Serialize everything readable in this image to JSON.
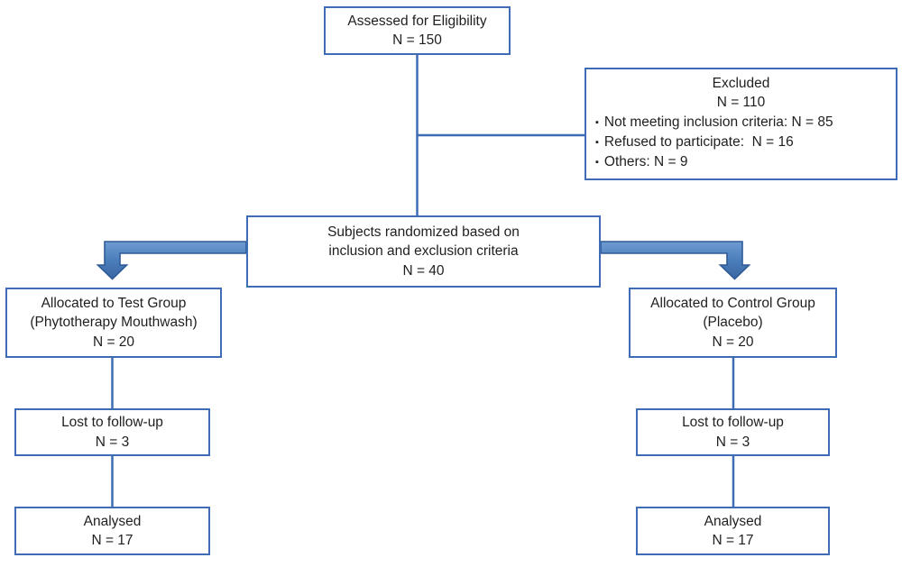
{
  "diagram_type": "consort-flowchart",
  "colors": {
    "box_border": "#3e6db5",
    "connector": "#3e6db5",
    "arrow_fill": "#4a7ebb",
    "arrow_fill_light": "#6f9bd1",
    "arrow_stroke": "#2e5b97",
    "text": "#1f1f1f",
    "background": "#ffffff"
  },
  "glyphs": {
    "bullet": "▪"
  },
  "boxes": {
    "assessed": {
      "lines": [
        "Assessed for Eligibility",
        "N = 150"
      ]
    },
    "excluded": {
      "lines": [
        "Excluded",
        "N = 110"
      ],
      "bullets": [
        "Not meeting inclusion criteria: N = 85",
        "Refused to participate:  N = 16",
        "Others: N = 9"
      ]
    },
    "randomized": {
      "lines": [
        "Subjects randomized based on",
        "inclusion and exclusion criteria",
        "N = 40"
      ]
    },
    "test_group": {
      "lines": [
        "Allocated to Test Group",
        "(Phytotherapy Mouthwash)",
        "N = 20"
      ]
    },
    "control_group": {
      "lines": [
        "Allocated to Control Group",
        "(Placebo)",
        "N = 20"
      ]
    },
    "lost_left": {
      "lines": [
        "Lost to follow-up",
        "N = 3"
      ]
    },
    "lost_right": {
      "lines": [
        "Lost to follow-up",
        "N = 3"
      ]
    },
    "analysed_left": {
      "lines": [
        "Analysed",
        "N = 17"
      ]
    },
    "analysed_right": {
      "lines": [
        "Analysed",
        "N = 17"
      ]
    }
  }
}
